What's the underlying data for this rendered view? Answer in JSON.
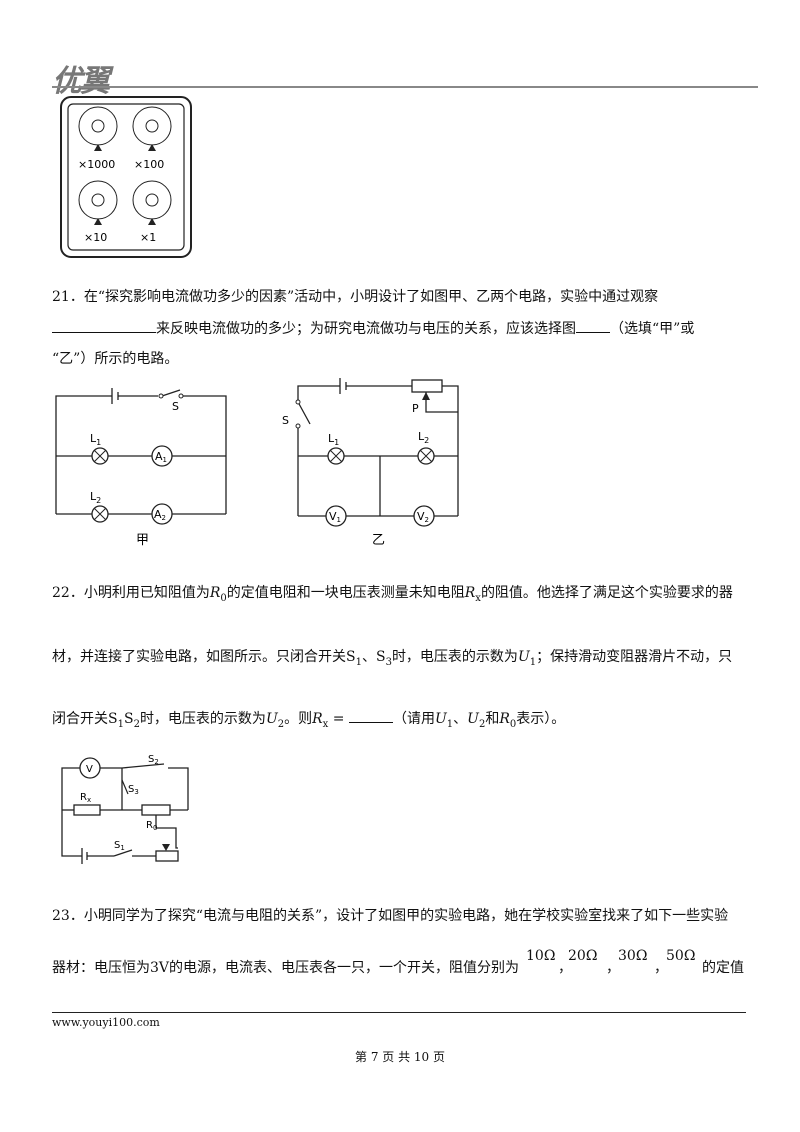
{
  "header": {
    "logo_text": "优翼"
  },
  "meter_labels": [
    "×1000",
    "×100",
    "×10",
    "×1"
  ],
  "q21": {
    "line1": "21．在“探究影响电流做功多少的因素”活动中，小明设计了如图甲、乙两个电路，实验中通过观察",
    "line2_after": "来反映电流做功的多少；为研究电流做功与电压的关系，应该选择图",
    "line2_end": "（选填“甲”或",
    "line3": "“乙”）所示的电路。",
    "fig_jia": {
      "caption": "甲",
      "switch": "S",
      "lamp1": "L",
      "lamp1_sub": "1",
      "meter1": "A",
      "meter1_sub": "1",
      "lamp2": "L",
      "lamp2_sub": "2",
      "meter2": "A",
      "meter2_sub": "2"
    },
    "fig_yi": {
      "caption": "乙",
      "switch": "S",
      "slider": "P",
      "lamp1": "L",
      "lamp1_sub": "1",
      "lamp2": "L",
      "lamp2_sub": "2",
      "meter1": "V",
      "meter1_sub": "1",
      "meter2": "V",
      "meter2_sub": "2"
    }
  },
  "q22": {
    "p1a": "22．小明利用已知阻值为",
    "R0": "R",
    "R0_sub": "0",
    "p1b": "的定值电阻和一块电压表测量未知电阻",
    "Rx": "R",
    "Rx_sub": "x",
    "p1c": "的阻值。他选择了满足这个实验要求的器",
    "p2a": "材，并连接了实验电路，如图所示。只闭合开关",
    "S1": "S",
    "S1_sub": "1",
    "sep": "、",
    "S3": "S",
    "S3_sub": "3",
    "p2b": "时，电压表的示数为",
    "U1": "U",
    "U1_sub": "1",
    "p2c": "；保持滑动变阻器滑片不动，只",
    "p3a": "闭合开关",
    "S1b": "S",
    "S1b_sub": "1",
    "S2": "S",
    "S2_sub": "2",
    "p3b": "时，电压表的示数为",
    "U2": "U",
    "U2_sub": "2",
    "p3c": "。则",
    "Rx_eq": "R",
    "Rx_eq_sub": "x",
    "eq": " =",
    "p3d": "（请用",
    "U1b": "U",
    "U1b_sub": "1",
    "U2b": "U",
    "U2b_sub": "2",
    "and": "和",
    "R0b": "R",
    "R0b_sub": "0",
    "p3e": "表示）。",
    "fig": {
      "meter": "V",
      "s2": "S",
      "s2_sub": "2",
      "s3": "S",
      "s3_sub": "3",
      "rx": "R",
      "rx_sub": "x",
      "r0": "R",
      "r0_sub": "0",
      "s1": "S",
      "s1_sub": "1"
    }
  },
  "q23": {
    "line1": "23．小明同学为了探究“电流与电阻的关系”，设计了如图甲的实验电路，她在学校实验室找来了如下一些实验",
    "line2a": "器材：电压恒为3V的电源，电流表、电压表各一只，一个开关，阻值分别为",
    "r1": "10Ω",
    "r2": "20Ω",
    "r3": "30Ω",
    "r4": "50Ω",
    "comma": "，",
    "line2b": "的定值"
  },
  "footer": {
    "url": "www.youyi100.com",
    "page": "第 7 页 共 10 页"
  }
}
